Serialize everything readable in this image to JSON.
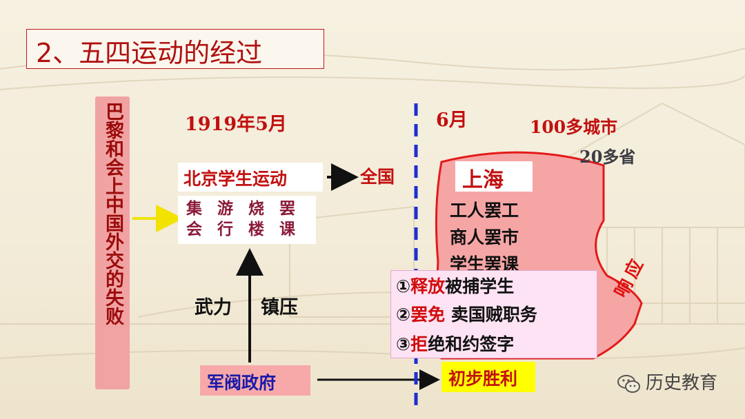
{
  "title": "2、五四运动的经过",
  "cause": "巴黎和会上中国外交的失败",
  "dates": {
    "may": "1919年5月",
    "june": "6月"
  },
  "stats": {
    "cities": "100多城市",
    "provinces": "20多省"
  },
  "beijing": {
    "label": "北京学生运动",
    "spread": "全国"
  },
  "actions": {
    "row1": [
      "集",
      "游",
      "烧",
      "罢"
    ],
    "row2": [
      "会",
      "行",
      "楼",
      "课"
    ]
  },
  "suppression": {
    "left": "武力",
    "right": "镇压"
  },
  "government": "军阀政府",
  "shanghai": {
    "label": "上海",
    "items": [
      "工人罢工",
      "商人罢市",
      "学生罢课"
    ],
    "banner_text": "响应"
  },
  "results": [
    {
      "num": "①",
      "red": "释放",
      "rest": "被捕学生"
    },
    {
      "num": "②",
      "red": "罢免",
      "rest": " 卖国贼职务"
    },
    {
      "num": "③",
      "red": "拒",
      "rest": "绝和约签字"
    }
  ],
  "victory": "初步胜利",
  "logo": {
    "text": "历史教育",
    "icon": "wechat-icon"
  },
  "colors": {
    "red": "#c21010",
    "pink": "#f1a3a3",
    "yellow": "#ffff00",
    "blue_dash": "#1c2fd0"
  }
}
